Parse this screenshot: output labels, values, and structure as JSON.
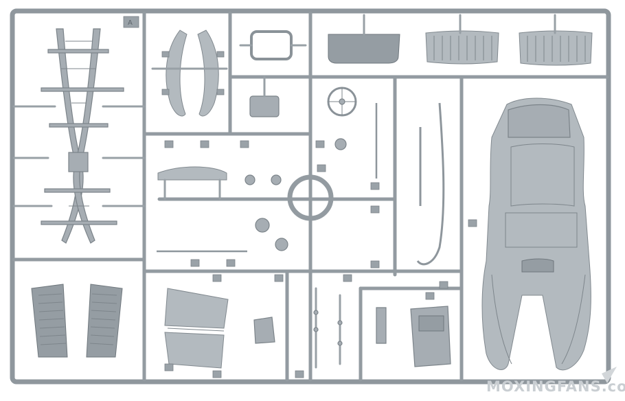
{
  "image": {
    "subject": "Plastic model kit sprue tree",
    "tree_letter": "A",
    "watermark": "MOXINGFANS.com",
    "colors": {
      "plastic": "#a6adb3",
      "background": "#ffffff",
      "watermark": "#c9ced2"
    }
  }
}
